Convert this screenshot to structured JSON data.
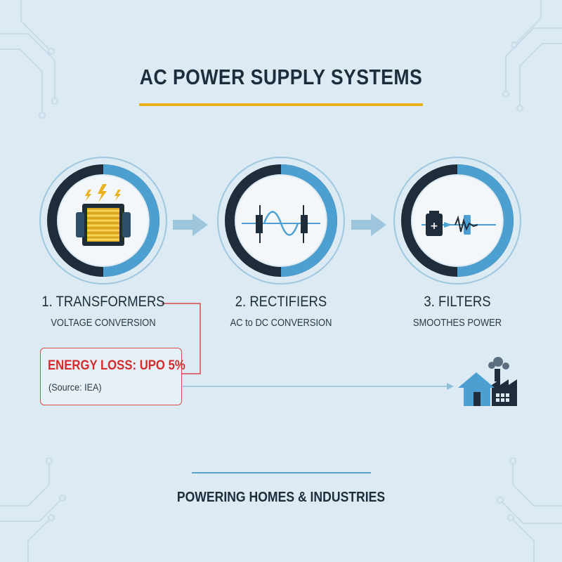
{
  "title": "AC POWER SUPPLY SYSTEMS",
  "steps": [
    {
      "title": "1. TRANSFORMERS",
      "subtitle": "VOLTAGE CONVERSION",
      "icon": "transformer-icon"
    },
    {
      "title": "2. RECTIFIERS",
      "subtitle": "AC to DC CONVERSION",
      "icon": "rectifier-icon"
    },
    {
      "title": "3. FILTERS",
      "subtitle": "SMOOTHES POWER",
      "icon": "filter-icon"
    }
  ],
  "callout": {
    "title": "ENERGY LOSS: UPO 5%",
    "source": "(Source: IEA)"
  },
  "destination_icon": "home-factory-icon",
  "footer": "POWERING HOMES & INDUSTRIES",
  "colors": {
    "background": "#dbeaf3",
    "accent_blue": "#4b9fd1",
    "dark": "#1e2d3b",
    "gold": "#e8b21e",
    "alert_red": "#d42c2c"
  }
}
